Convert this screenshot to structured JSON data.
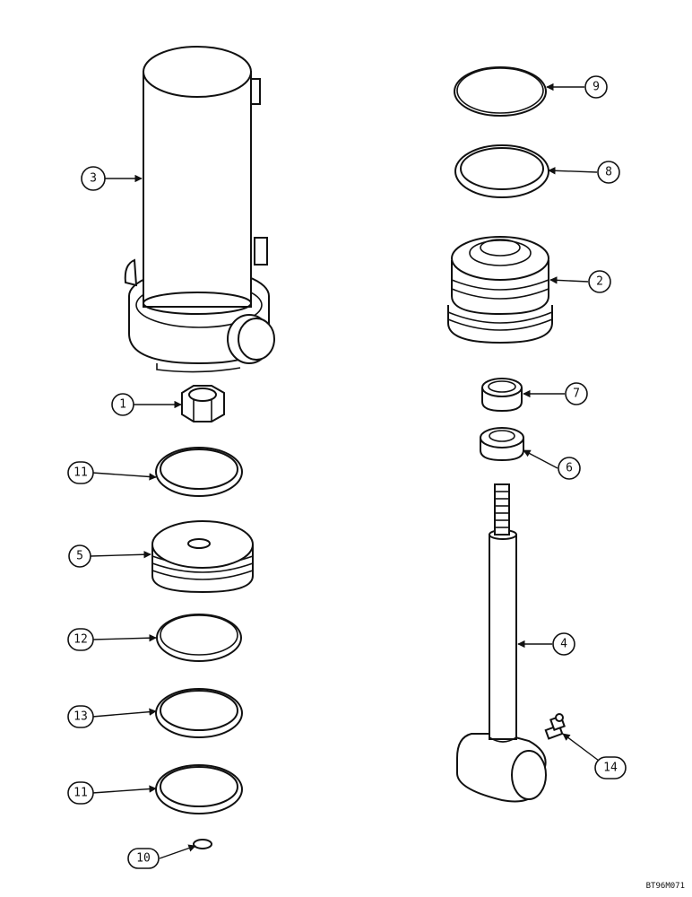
{
  "drawing_code": "BT96M071",
  "callouts": {
    "c1": "1",
    "c2": "2",
    "c3": "3",
    "c4": "4",
    "c5": "5",
    "c6": "6",
    "c7": "7",
    "c8": "8",
    "c9": "9",
    "c10": "10",
    "c11a": "11",
    "c11b": "11",
    "c12": "12",
    "c13": "13",
    "c14": "14"
  }
}
